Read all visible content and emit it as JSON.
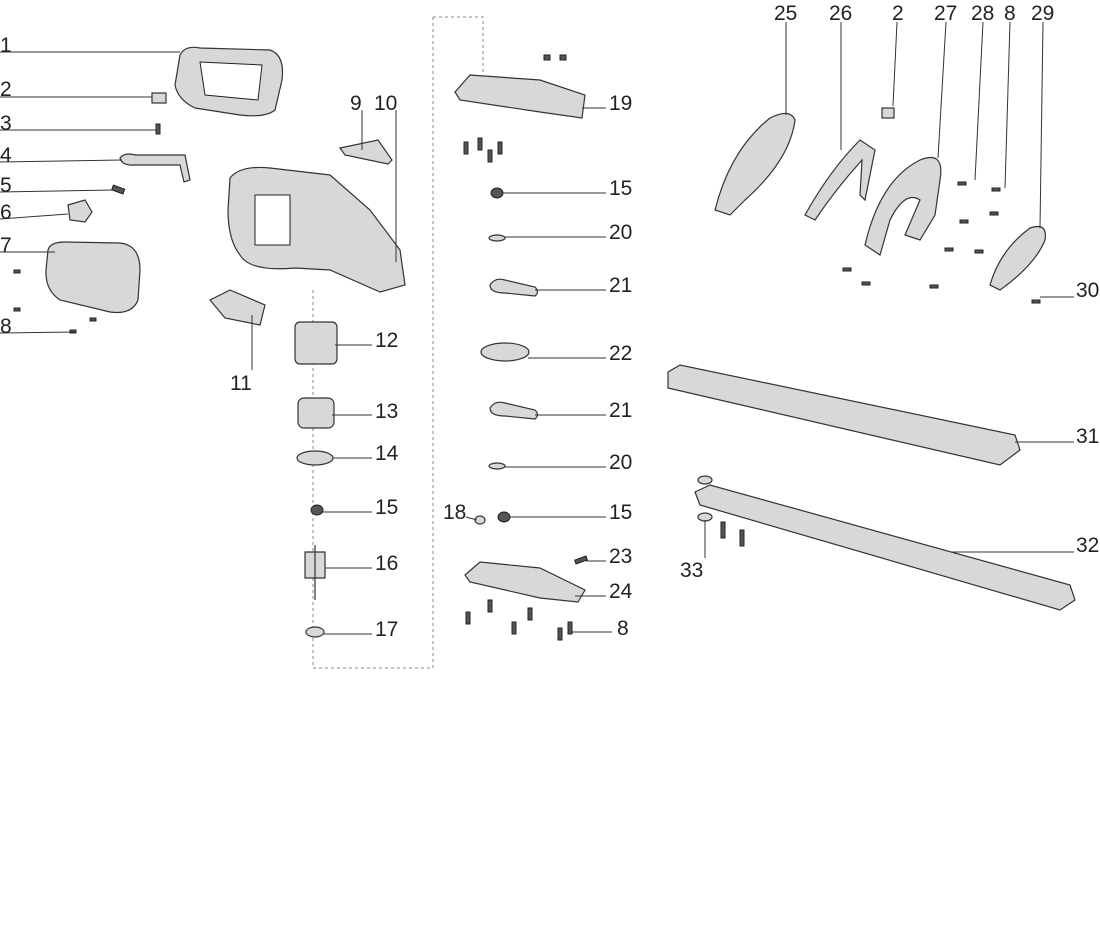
{
  "diagram": {
    "type": "exploded-parts-view",
    "labels": [
      "1",
      "2",
      "3",
      "4",
      "5",
      "6",
      "7",
      "8",
      "9",
      "10",
      "11",
      "12",
      "13",
      "14",
      "15",
      "16",
      "17",
      "19",
      "15",
      "20",
      "21",
      "22",
      "21",
      "20",
      "15",
      "18",
      "23",
      "24",
      "8",
      "25",
      "26",
      "2",
      "27",
      "28",
      "8",
      "29",
      "30",
      "31",
      "32",
      "33"
    ],
    "colors": {
      "line": "#333333",
      "part_fill": "#d8d8d8",
      "dashed_guide": "#888888"
    }
  }
}
